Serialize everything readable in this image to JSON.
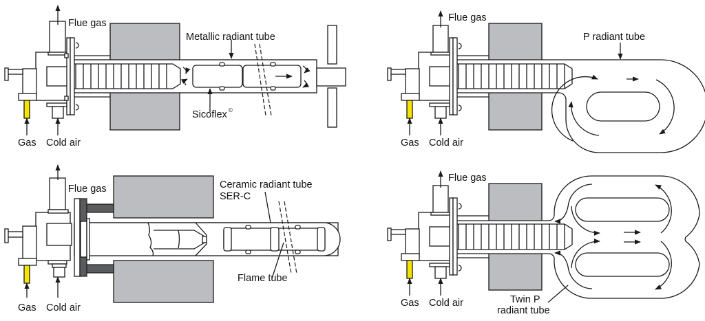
{
  "figure": {
    "title": "Radiant tube burner configurations",
    "colors": {
      "furnace_wall": "#bcbdc0",
      "dark_part": "#5a5b5d",
      "gas_line": "#f4e400",
      "line": "#1a1a1a",
      "background": "#ffffff"
    },
    "panels": [
      {
        "id": "metallic",
        "labels": {
          "flue_gas": "Flue gas",
          "gas": "Gas",
          "cold_air": "Cold air",
          "tube": "Metallic radiant tube",
          "insert": "Sicoflex",
          "insert_mark": "©"
        }
      },
      {
        "id": "p-tube",
        "labels": {
          "flue_gas": "Flue gas",
          "gas": "Gas",
          "cold_air": "Cold air",
          "tube": "P radiant tube"
        }
      },
      {
        "id": "ceramic",
        "labels": {
          "flue_gas": "Flue gas",
          "gas": "Gas",
          "cold_air": "Cold air",
          "tube_line1": "Ceramic radiant tube",
          "tube_line2": "SER-C",
          "flame_tube": "Flame tube"
        }
      },
      {
        "id": "twin-p",
        "labels": {
          "flue_gas": "Flue gas",
          "gas": "Gas",
          "cold_air": "Cold air",
          "tube_line1": "Twin P",
          "tube_line2": "radiant tube"
        }
      }
    ]
  }
}
